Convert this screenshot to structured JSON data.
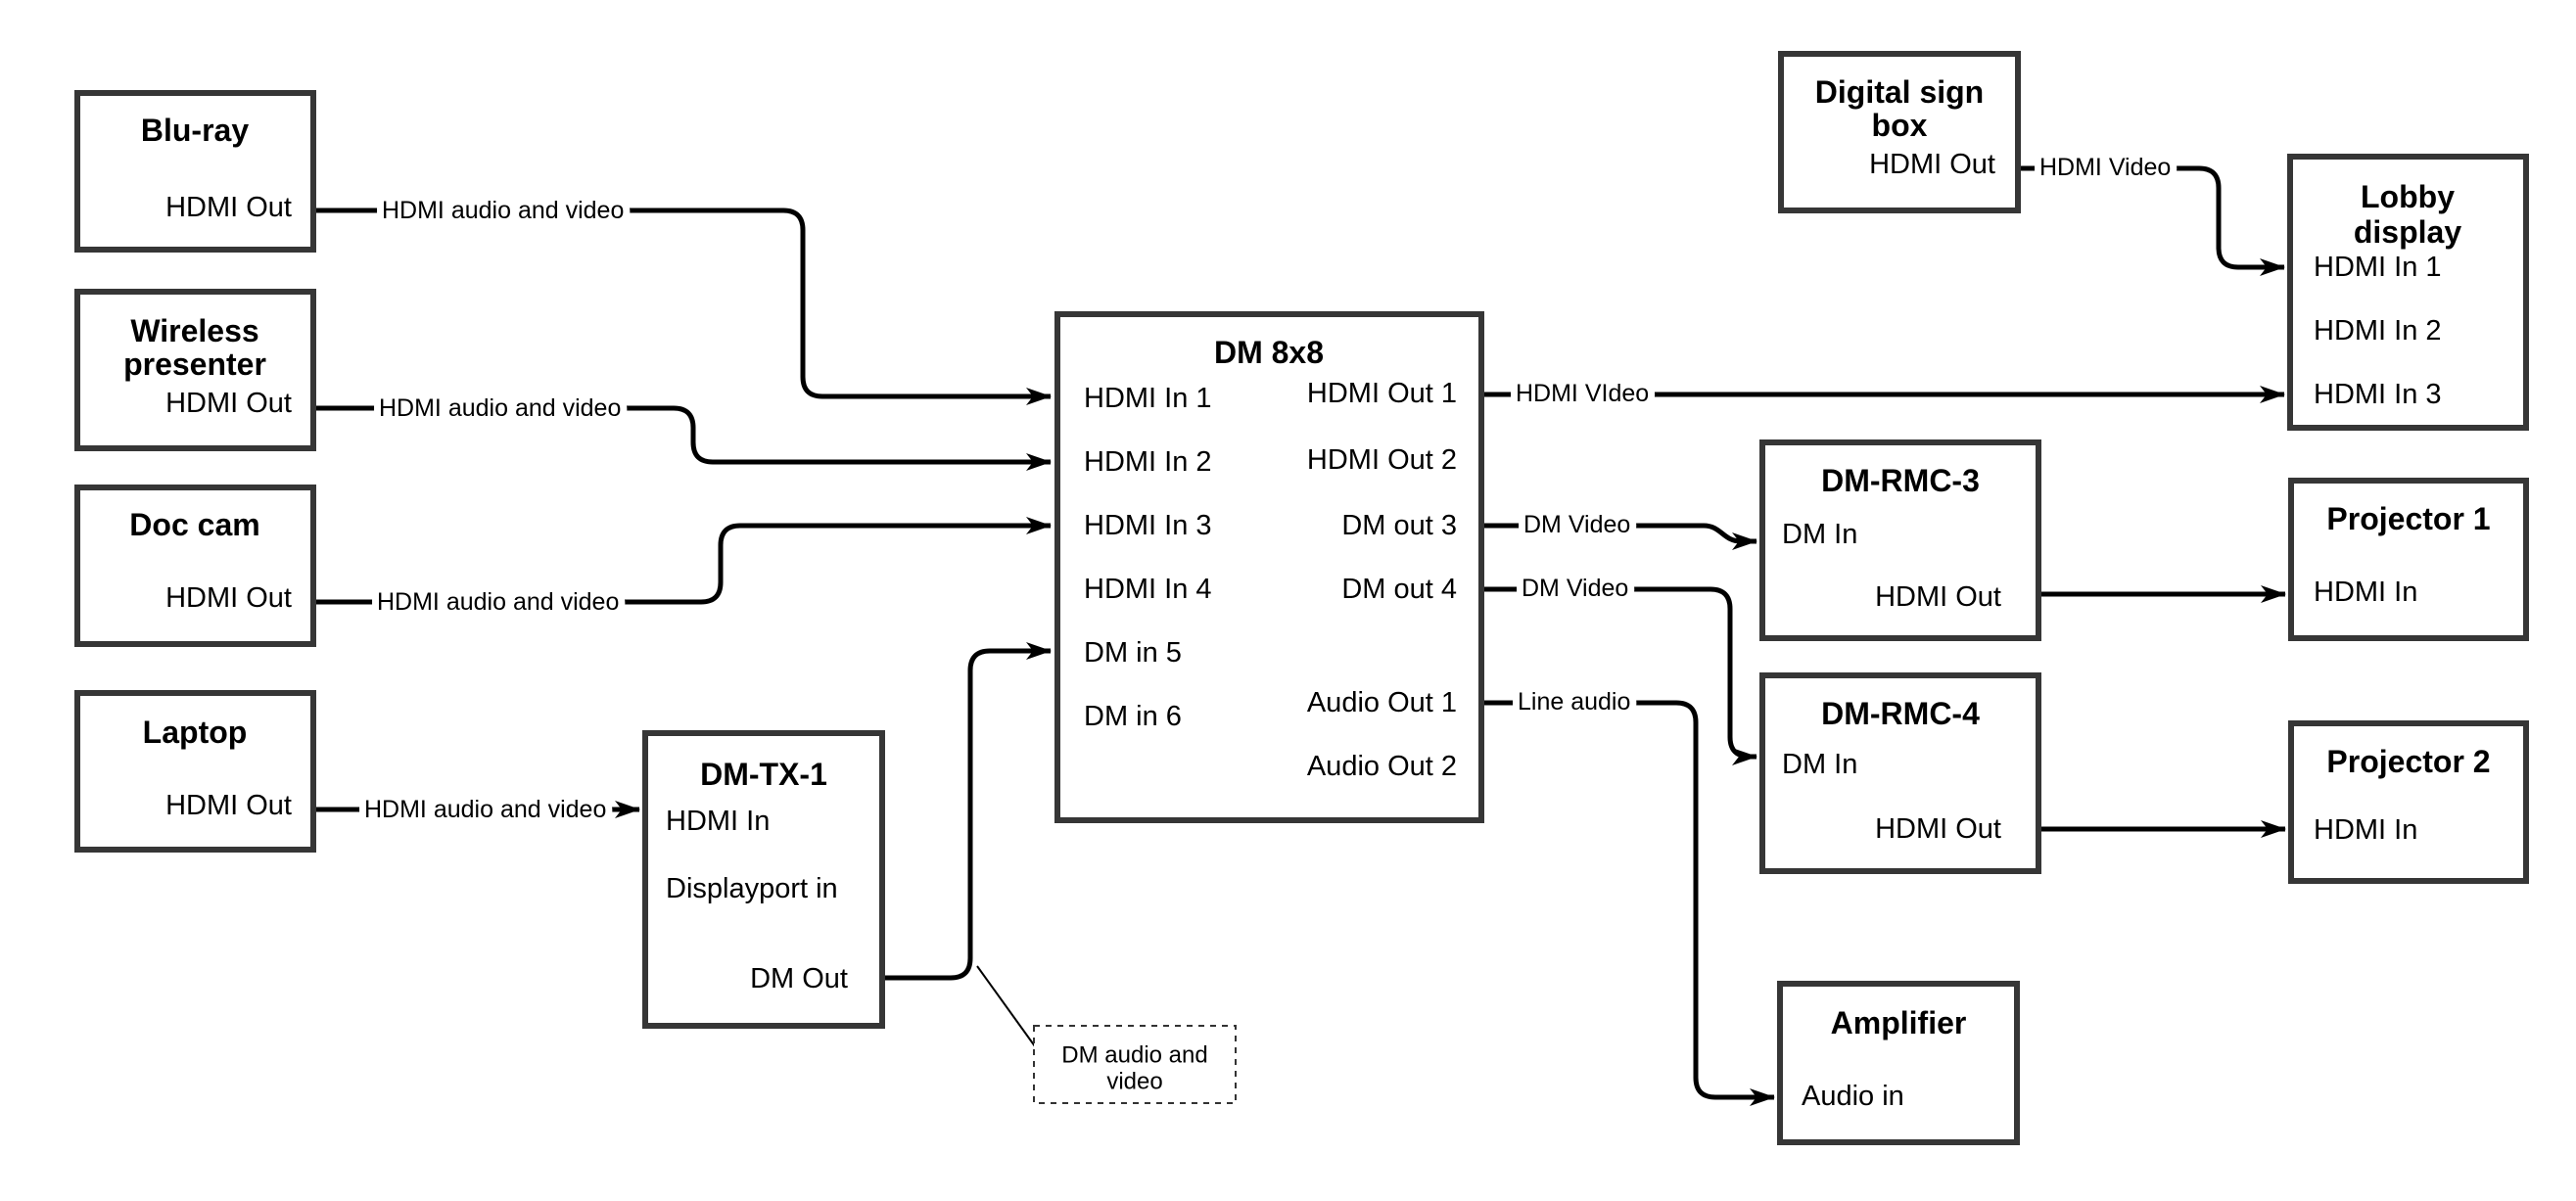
{
  "canvas": {
    "background": "#ffffff",
    "line_color": "#000000",
    "box_border_color": "#363636"
  },
  "nodes": {
    "bluray": {
      "title": "Blu-ray",
      "port": "HDMI Out"
    },
    "wireless": {
      "title_lines": [
        "Wireless",
        "presenter"
      ],
      "port": "HDMI Out"
    },
    "doccam": {
      "title": "Doc cam",
      "port": "HDMI Out"
    },
    "laptop": {
      "title": "Laptop",
      "port": "HDMI Out"
    },
    "dmtx1": {
      "title": "DM-TX-1",
      "ports": [
        "HDMI In",
        "Displayport in",
        "DM Out"
      ]
    },
    "dm8x8": {
      "title": "DM 8x8",
      "left_ports": [
        "HDMI In 1",
        "HDMI In 2",
        "HDMI In 3",
        "HDMI In 4",
        "DM in 5",
        "DM in 6"
      ],
      "right_ports": [
        "HDMI Out 1",
        "HDMI Out 2",
        "DM out 3",
        "DM out 4",
        "Audio Out 1",
        "Audio Out 2"
      ]
    },
    "digital_sign": {
      "title_lines": [
        "Digital sign",
        "box"
      ],
      "port": "HDMI Out"
    },
    "lobby": {
      "title_lines": [
        "Lobby",
        "display"
      ],
      "ports": [
        "HDMI In 1",
        "HDMI In 2",
        "HDMI In 3"
      ]
    },
    "rmc3": {
      "title": "DM-RMC-3",
      "ports": [
        "DM In",
        "HDMI Out"
      ]
    },
    "rmc4": {
      "title": "DM-RMC-4",
      "ports": [
        "DM In",
        "HDMI Out"
      ]
    },
    "proj1": {
      "title": "Projector 1",
      "port": "HDMI In"
    },
    "proj2": {
      "title": "Projector 2",
      "port": "HDMI In"
    },
    "amplifier": {
      "title": "Amplifier",
      "port": "Audio in"
    },
    "note": {
      "lines": [
        "DM audio and",
        "video"
      ]
    }
  },
  "connections": {
    "bluray_dm8x8": {
      "label": "HDMI audio and video"
    },
    "wireless_dm8x8": {
      "label": "HDMI audio and video"
    },
    "doccam_dm8x8": {
      "label": "HDMI audio and video"
    },
    "laptop_dmtx1": {
      "label": "HDMI audio and video"
    },
    "dm8x8_lobby": {
      "label": "HDMI VIdeo"
    },
    "dm8x8_rmc3": {
      "label": "DM Video"
    },
    "dm8x8_rmc4": {
      "label": "DM Video"
    },
    "dm8x8_amplifier": {
      "label": "Line audio"
    },
    "digital_sign_lobby": {
      "label": "HDMI Video"
    }
  }
}
